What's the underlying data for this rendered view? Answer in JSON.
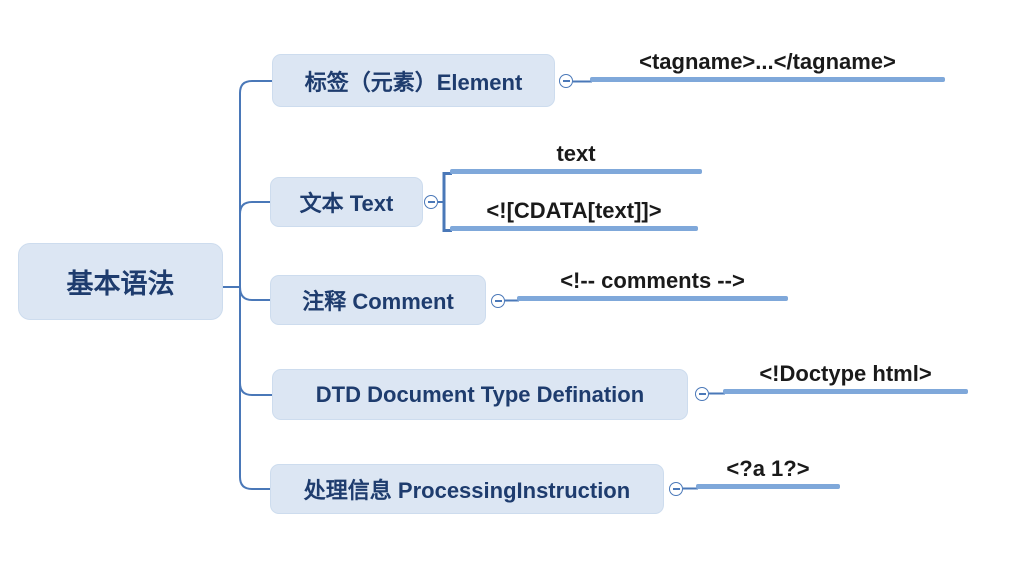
{
  "root": {
    "label": "基本语法"
  },
  "branches": [
    {
      "label": "标签（元素）Element",
      "children": [
        {
          "label": "<tagname>...</tagname>"
        }
      ]
    },
    {
      "label": "文本 Text",
      "children": [
        {
          "label": "text"
        },
        {
          "label": "<![CDATA[text]]>"
        }
      ]
    },
    {
      "label": "注释 Comment",
      "children": [
        {
          "label": "<!-- comments -->"
        }
      ]
    },
    {
      "label": "DTD Document Type Defination",
      "children": [
        {
          "label": "<!Doctype html>"
        }
      ]
    },
    {
      "label": "处理信息 ProcessingInstruction",
      "children": [
        {
          "label": "<?a 1?>"
        }
      ]
    }
  ],
  "icons": {
    "collapse_toggle": "minus"
  },
  "colors": {
    "accent": "#4a78b8",
    "node_fill": "#dce6f3",
    "node_border": "#cddcee",
    "node_text": "#1e3c6e",
    "child_line": "#7fa8da",
    "child_text": "#1a1a1a",
    "background": "#ffffff"
  }
}
